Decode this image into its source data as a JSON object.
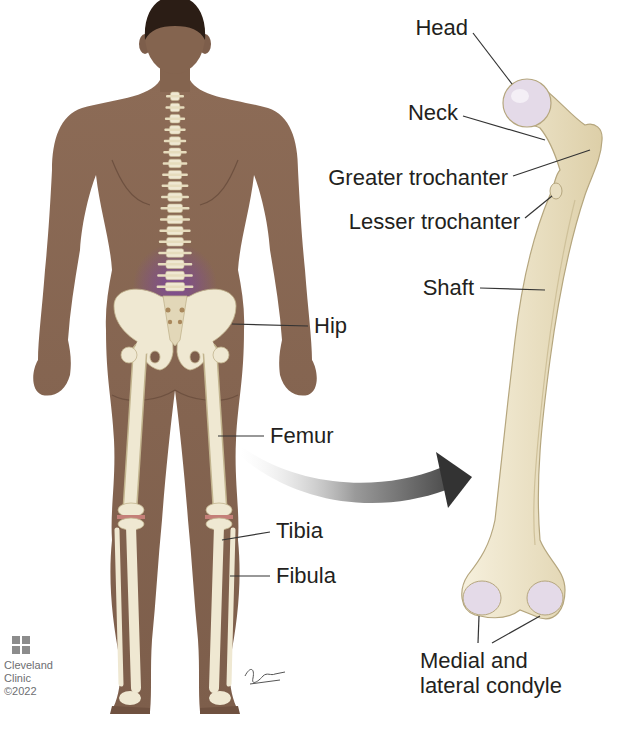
{
  "diagram": {
    "labels": [
      "Head",
      "Neck",
      "Greater trochanter",
      "Lesser trochanter",
      "Shaft",
      "Hip",
      "Femur",
      "Tibia",
      "Fibula",
      "Medial and lateral condyle",
      "Cleveland Clinic ©2022"
    ]
  }
}
